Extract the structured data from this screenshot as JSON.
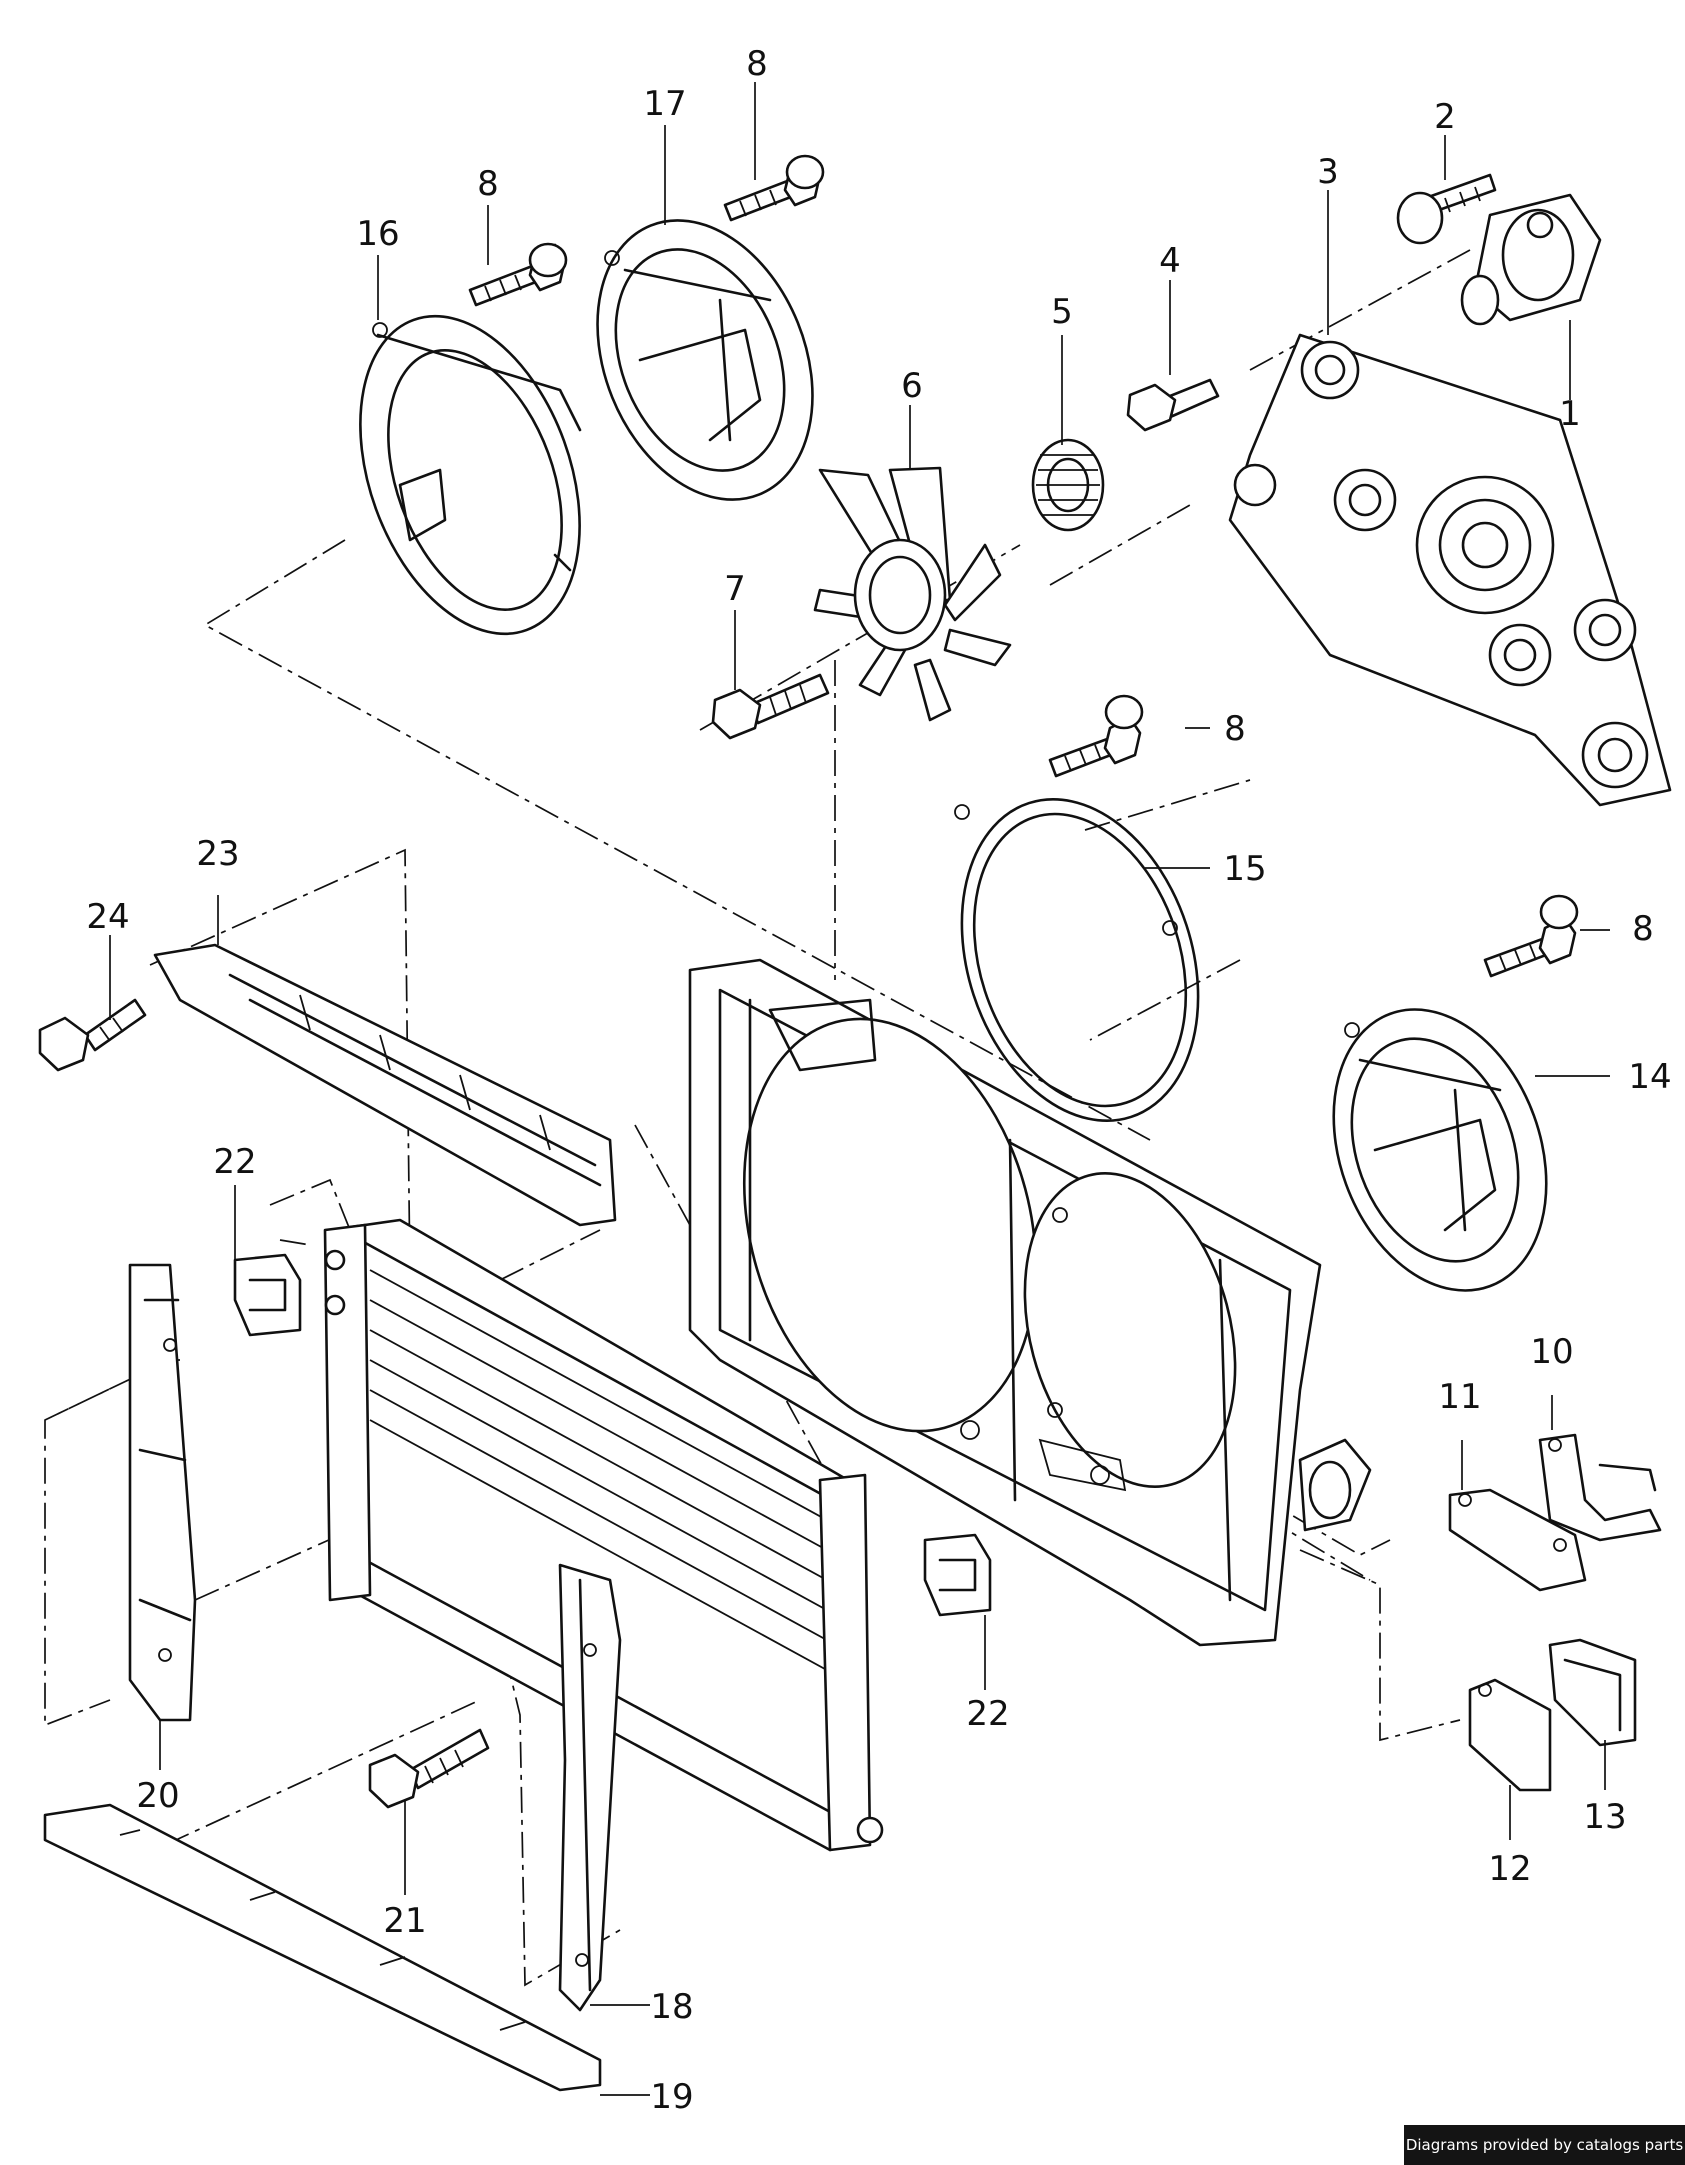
{
  "callouts": [
    "1",
    "2",
    "3",
    "4",
    "5",
    "6",
    "7",
    "8",
    "8",
    "8",
    "8",
    "8",
    "10",
    "11",
    "12",
    "13",
    "14",
    "15",
    "16",
    "17",
    "18",
    "19",
    "20",
    "21",
    "22",
    "22",
    "23",
    "24"
  ],
  "credit": "Diagrams provided by catalogs parts"
}
